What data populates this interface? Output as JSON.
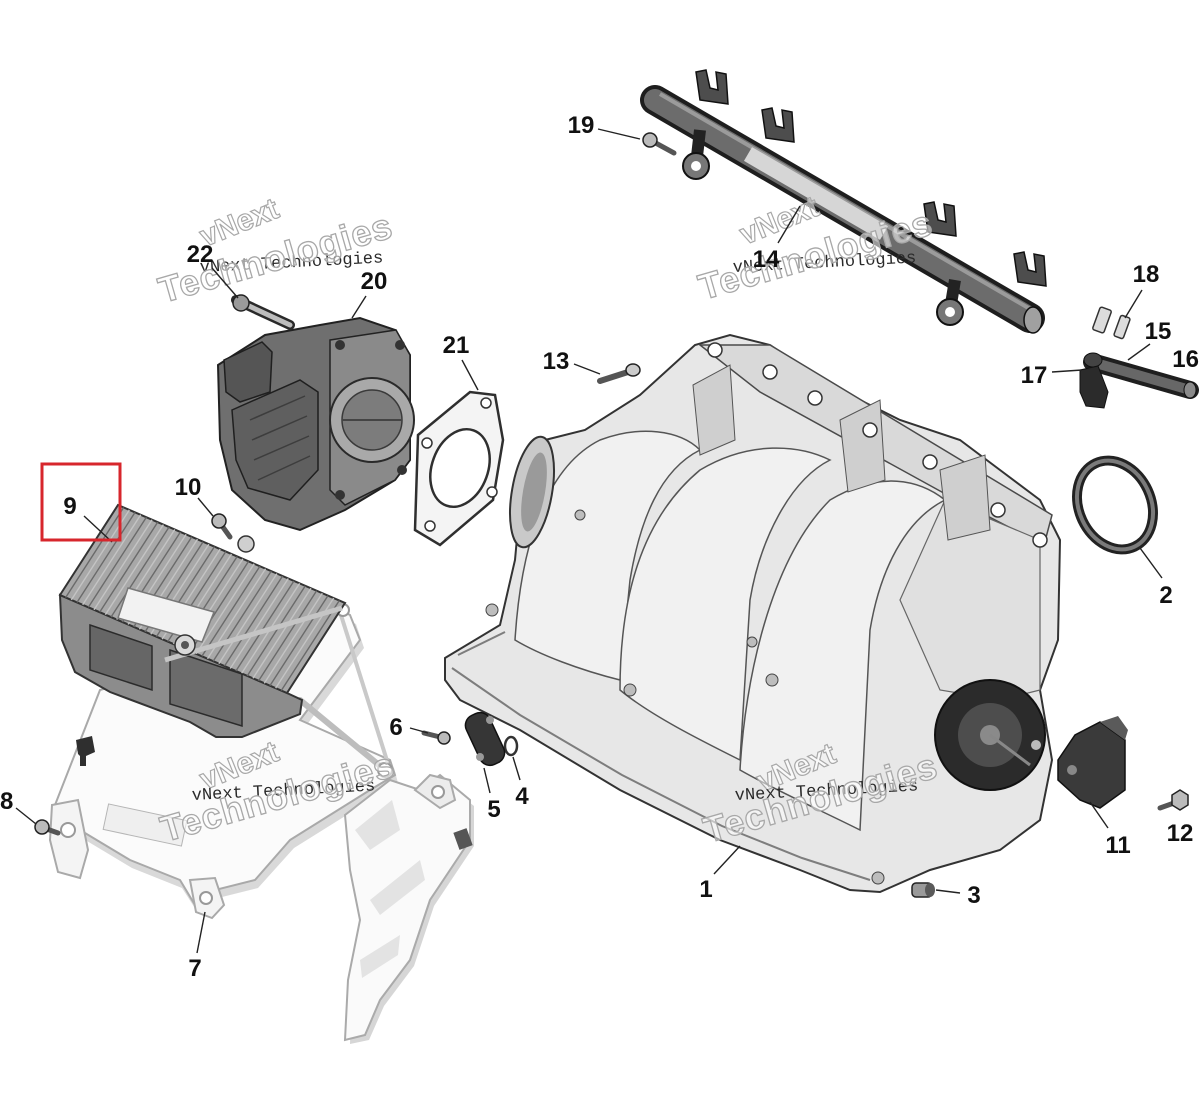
{
  "callouts": {
    "n1": "1",
    "n2": "2",
    "n3": "3",
    "n4": "4",
    "n5": "5",
    "n6": "6",
    "n7": "7",
    "n8": "8",
    "n9": "9",
    "n10": "10",
    "n11": "11",
    "n12": "12",
    "n13": "13",
    "n14": "14",
    "n15": "15",
    "n16": "16",
    "n17": "17",
    "n18": "18",
    "n19": "19",
    "n20": "20",
    "n21": "21",
    "n22": "22"
  },
  "watermark": {
    "brand": "vNext",
    "caption": "vNext Technologies",
    "word": "Technologies"
  },
  "colors": {
    "highlight": "#d7262c",
    "part_dark": "#3a3a3a",
    "part_mid": "#7a7a7a",
    "part_light": "#e8e8e8"
  }
}
